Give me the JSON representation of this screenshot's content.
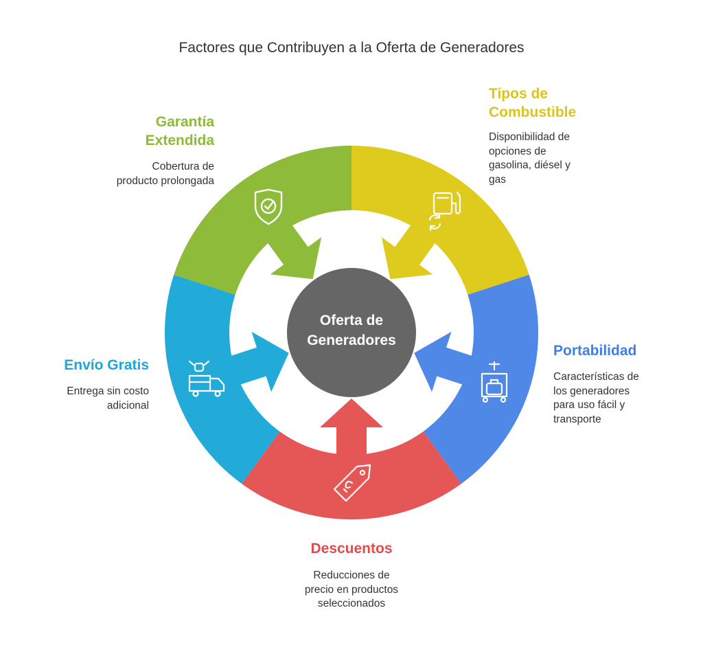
{
  "title": "Factores que Contribuyen a la Oferta de Generadores",
  "center": {
    "line1": "Oferta de",
    "line2": "Generadores",
    "color": "#666666"
  },
  "segments": [
    {
      "key": "fuel",
      "title_lines": [
        "Tipos de",
        "Combustible"
      ],
      "desc_lines": [
        "Disponibilidad de",
        "opciones de",
        "gasolina, diésel y",
        "gas"
      ],
      "color": "#dfcb1d",
      "label_color": "#d9c51c",
      "icon": "fuel-pump-icon"
    },
    {
      "key": "portability",
      "title_lines": [
        "Portabilidad"
      ],
      "desc_lines": [
        "Características de",
        "los generadores",
        "para uso fácil y",
        "transporte"
      ],
      "color": "#4f88e6",
      "label_color": "#3f7fe3",
      "icon": "luggage-cart-icon"
    },
    {
      "key": "discounts",
      "title_lines": [
        "Descuentos"
      ],
      "desc_lines": [
        "Reducciones de",
        "precio en productos",
        "seleccionados"
      ],
      "color": "#e45756",
      "label_color": "#e04b4b",
      "icon": "price-tag-icon"
    },
    {
      "key": "shipping",
      "title_lines": [
        "Envío Gratis"
      ],
      "desc_lines": [
        "Entrega sin costo",
        "adicional"
      ],
      "color": "#22aad9",
      "label_color": "#1ea6d8",
      "icon": "delivery-truck-icon"
    },
    {
      "key": "warranty",
      "title_lines": [
        "Garantía",
        "Extendida"
      ],
      "desc_lines": [
        "Cobertura de",
        "producto prolongada"
      ],
      "color": "#8fbb3b",
      "label_color": "#8cbb35",
      "icon": "shield-check-icon"
    }
  ]
}
